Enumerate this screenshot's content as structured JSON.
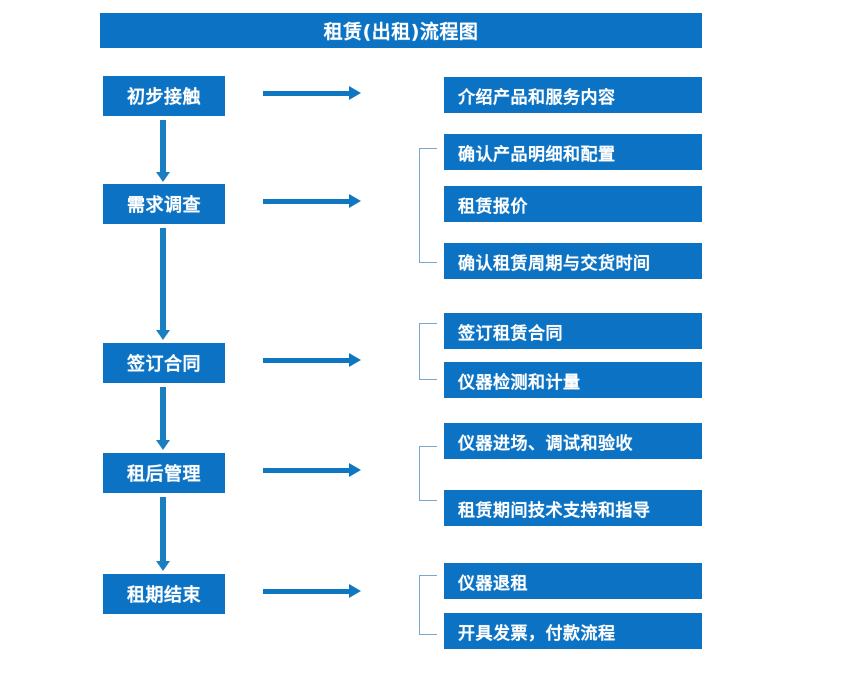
{
  "diagram": {
    "title": "租赁(出租)流程图",
    "colors": {
      "box_fill": "#0b72c4",
      "box_text": "#ffffff",
      "arrow": "#0f76c2",
      "bracket": "#7ba7cf",
      "background": "#ffffff"
    },
    "stages": [
      {
        "id": "stage-1",
        "label": "初步接触",
        "details": [
          "介绍产品和服务内容"
        ]
      },
      {
        "id": "stage-2",
        "label": "需求调查",
        "details": [
          "确认产品明细和配置",
          "租赁报价",
          "确认租赁周期与交货时间"
        ]
      },
      {
        "id": "stage-3",
        "label": "签订合同",
        "details": [
          "签订租赁合同",
          "仪器检测和计量"
        ]
      },
      {
        "id": "stage-4",
        "label": "租后管理",
        "details": [
          "仪器进场、调试和验收",
          "租赁期间技术支持和指导"
        ]
      },
      {
        "id": "stage-5",
        "label": "租期结束",
        "details": [
          "仪器退租",
          "开具发票，付款流程"
        ]
      }
    ]
  }
}
